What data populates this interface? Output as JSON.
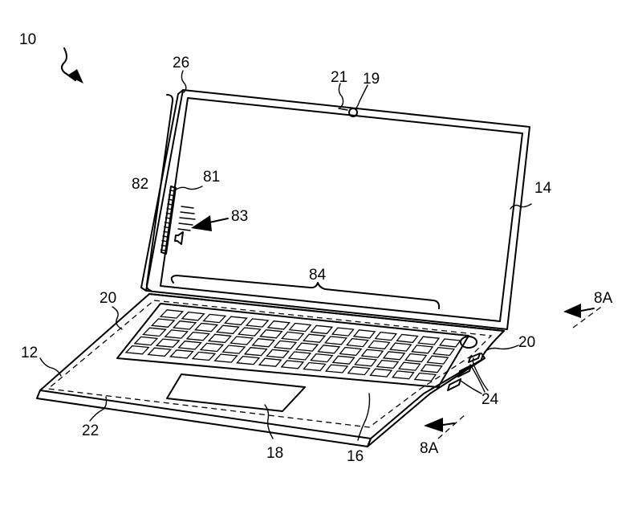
{
  "figure": {
    "labels": [
      {
        "id": "10",
        "text": "10"
      },
      {
        "id": "26",
        "text": "26"
      },
      {
        "id": "21",
        "text": "21"
      },
      {
        "id": "19",
        "text": "19"
      },
      {
        "id": "82",
        "text": "82"
      },
      {
        "id": "81",
        "text": "81"
      },
      {
        "id": "83",
        "text": "83"
      },
      {
        "id": "14",
        "text": "14"
      },
      {
        "id": "84",
        "text": "84"
      },
      {
        "id": "20a",
        "text": "20"
      },
      {
        "id": "20b",
        "text": "20"
      },
      {
        "id": "8Aa",
        "text": "8A"
      },
      {
        "id": "12",
        "text": "12"
      },
      {
        "id": "24",
        "text": "24"
      },
      {
        "id": "22",
        "text": "22"
      },
      {
        "id": "18",
        "text": "18"
      },
      {
        "id": "16",
        "text": "16"
      },
      {
        "id": "8Ab",
        "text": "8A"
      }
    ]
  }
}
